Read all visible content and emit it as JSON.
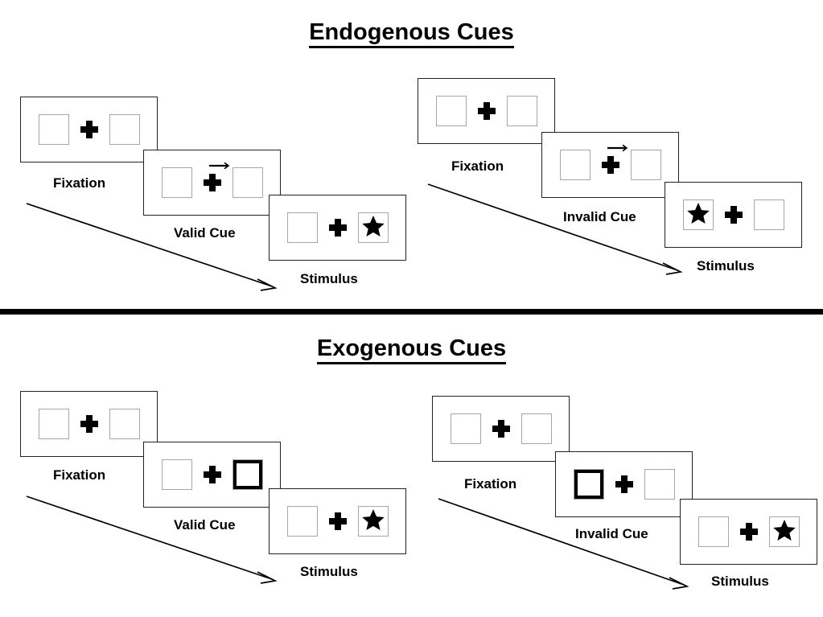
{
  "sections": [
    {
      "id": "endogenous",
      "title": "Endogenous Cues",
      "panels": [
        {
          "id": "endogenous-valid",
          "condition_label": "Valid Cue",
          "stages": [
            {
              "name": "fixation",
              "label": "Fixation",
              "cue": "none",
              "cued_side": "none",
              "target_side": "none"
            },
            {
              "name": "cue",
              "label": "Valid Cue",
              "cue": "arrow-right",
              "cued_side": "right",
              "target_side": "none"
            },
            {
              "name": "stimulus",
              "label": "Stimulus",
              "cue": "none",
              "cued_side": "none",
              "target_side": "right"
            }
          ]
        },
        {
          "id": "endogenous-invalid",
          "condition_label": "Invalid Cue",
          "stages": [
            {
              "name": "fixation",
              "label": "Fixation",
              "cue": "none",
              "cued_side": "none",
              "target_side": "none"
            },
            {
              "name": "cue",
              "label": "Invalid Cue",
              "cue": "arrow-right",
              "cued_side": "right",
              "target_side": "none"
            },
            {
              "name": "stimulus",
              "label": "Stimulus",
              "cue": "none",
              "cued_side": "none",
              "target_side": "left"
            }
          ]
        }
      ]
    },
    {
      "id": "exogenous",
      "title": "Exogenous Cues",
      "panels": [
        {
          "id": "exogenous-valid",
          "condition_label": "Valid Cue",
          "stages": [
            {
              "name": "fixation",
              "label": "Fixation",
              "cue": "none",
              "cued_side": "none",
              "target_side": "none"
            },
            {
              "name": "cue",
              "label": "Valid Cue",
              "cue": "box-highlight",
              "cued_side": "right",
              "target_side": "none"
            },
            {
              "name": "stimulus",
              "label": "Stimulus",
              "cue": "none",
              "cued_side": "none",
              "target_side": "right"
            }
          ]
        },
        {
          "id": "exogenous-invalid",
          "condition_label": "Invalid Cue",
          "stages": [
            {
              "name": "fixation",
              "label": "Fixation",
              "cue": "none",
              "cued_side": "none",
              "target_side": "none"
            },
            {
              "name": "cue",
              "label": "Invalid Cue",
              "cue": "box-highlight",
              "cued_side": "left",
              "target_side": "none"
            },
            {
              "name": "stimulus",
              "label": "Stimulus",
              "cue": "none",
              "cued_side": "none",
              "target_side": "right"
            }
          ]
        }
      ]
    }
  ],
  "icons": {
    "fixation_cross": "plus-cross-icon",
    "target": "star-icon",
    "cue_arrow": "arrow-right-icon",
    "timeline": "time-arrow-icon"
  },
  "colors": {
    "ink": "#000000",
    "frame_border": "#222222",
    "box_border": "#a6a6a6",
    "background": "#ffffff",
    "divider": "#000000"
  }
}
